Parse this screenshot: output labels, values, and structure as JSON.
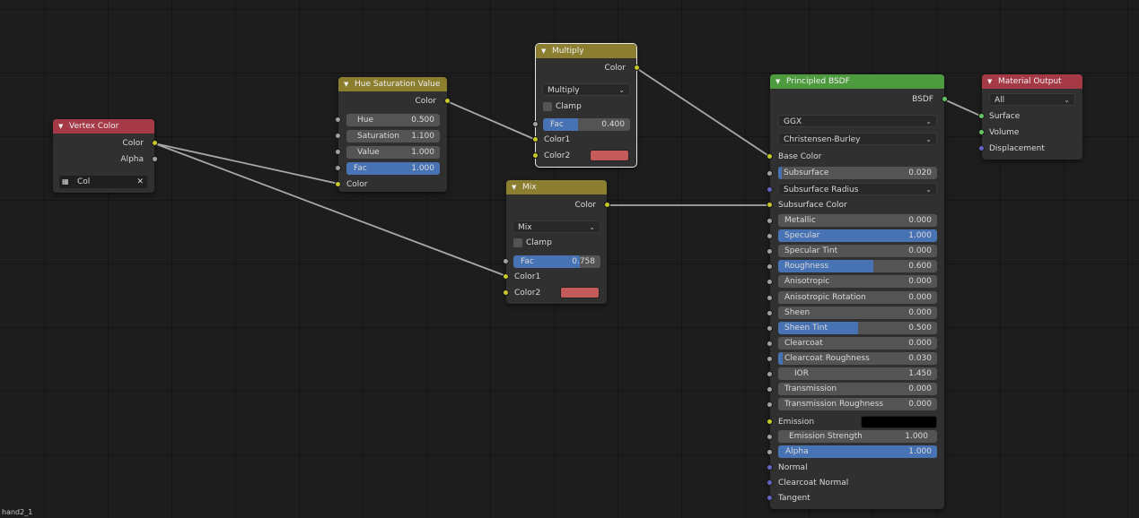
{
  "editor_label": "hand2_1",
  "nodes": {
    "vertex_color": {
      "title": "Vertex Color",
      "out_color": "Color",
      "out_alpha": "Alpha",
      "layer": "Col",
      "clear_glyph": "✕"
    },
    "hsv": {
      "title": "Hue Saturation Value",
      "out_color": "Color",
      "hue_label": "Hue",
      "hue_value": "0.500",
      "sat_label": "Saturation",
      "sat_value": "1.100",
      "val_label": "Value",
      "val_value": "1.000",
      "fac_label": "Fac",
      "fac_value": "1.000",
      "fac_fraction": 1.0,
      "in_color": "Color"
    },
    "multiply": {
      "title": "Multiply",
      "out_color": "Color",
      "mode": "Multiply",
      "clamp": "Clamp",
      "fac_label": "Fac",
      "fac_value": "0.400",
      "fac_fraction": 0.4,
      "color1": "Color1",
      "color2": "Color2",
      "color2_swatch": "#c45a5a"
    },
    "mix": {
      "title": "Mix",
      "out_color": "Color",
      "mode": "Mix",
      "clamp": "Clamp",
      "fac_label": "Fac",
      "fac_value": "0.758",
      "fac_fraction": 0.758,
      "color1": "Color1",
      "color2": "Color2",
      "color2_swatch": "#c45a5a"
    },
    "bsdf": {
      "title": "Principled BSDF",
      "out_bsdf": "BSDF",
      "distribution": "GGX",
      "subsurface_method": "Christensen-Burley",
      "base_color": "Base Color",
      "subsurface_label": "Subsurface",
      "subsurface_value": "0.020",
      "subsurface_radius": "Subsurface Radius",
      "subsurface_color": "Subsurface Color",
      "params": [
        {
          "label": "Metallic",
          "value": "0.000",
          "fraction": 0.0
        },
        {
          "label": "Specular",
          "value": "1.000",
          "fraction": 1.0
        },
        {
          "label": "Specular Tint",
          "value": "0.000",
          "fraction": 0.0
        },
        {
          "label": "Roughness",
          "value": "0.600",
          "fraction": 0.6
        },
        {
          "label": "Anisotropic",
          "value": "0.000",
          "fraction": 0.0
        },
        {
          "label": "Anisotropic Rotation",
          "value": "0.000",
          "fraction": 0.0
        },
        {
          "label": "Sheen",
          "value": "0.000",
          "fraction": 0.0
        },
        {
          "label": "Sheen Tint",
          "value": "0.500",
          "fraction": 0.5
        },
        {
          "label": "Clearcoat",
          "value": "0.000",
          "fraction": 0.0
        },
        {
          "label": "Clearcoat Roughness",
          "value": "0.030",
          "fraction": 0.03
        },
        {
          "label": "IOR",
          "value": "1.450",
          "fraction": 0.0
        },
        {
          "label": "Transmission",
          "value": "0.000",
          "fraction": 0.0
        },
        {
          "label": "Transmission Roughness",
          "value": "0.000",
          "fraction": 0.0
        }
      ],
      "emission": "Emission",
      "emission_color": "#000000",
      "emission_strength_label": "Emission Strength",
      "emission_strength_value": "1.000",
      "alpha_label": "Alpha",
      "alpha_value": "1.000",
      "normal": "Normal",
      "clearcoat_normal": "Clearcoat Normal",
      "tangent": "Tangent"
    },
    "material_output": {
      "title": "Material Output",
      "target": "All",
      "surface": "Surface",
      "volume": "Volume",
      "displacement": "Displacement"
    }
  },
  "colors": {
    "header_input": "#a53a46",
    "header_color": "#8b7e2e",
    "header_shader": "#4e9a3e",
    "socket_color": "#c7c729",
    "socket_float": "#a1a1a1",
    "socket_vector": "#6363c7",
    "socket_shader": "#63c763",
    "field_active": "#4772b3"
  },
  "icons": {
    "collapse": "triangle-down-icon",
    "vertex_color": "vertex-color-icon",
    "clear": "close-icon",
    "dropdown": "chevron-down-icon"
  }
}
